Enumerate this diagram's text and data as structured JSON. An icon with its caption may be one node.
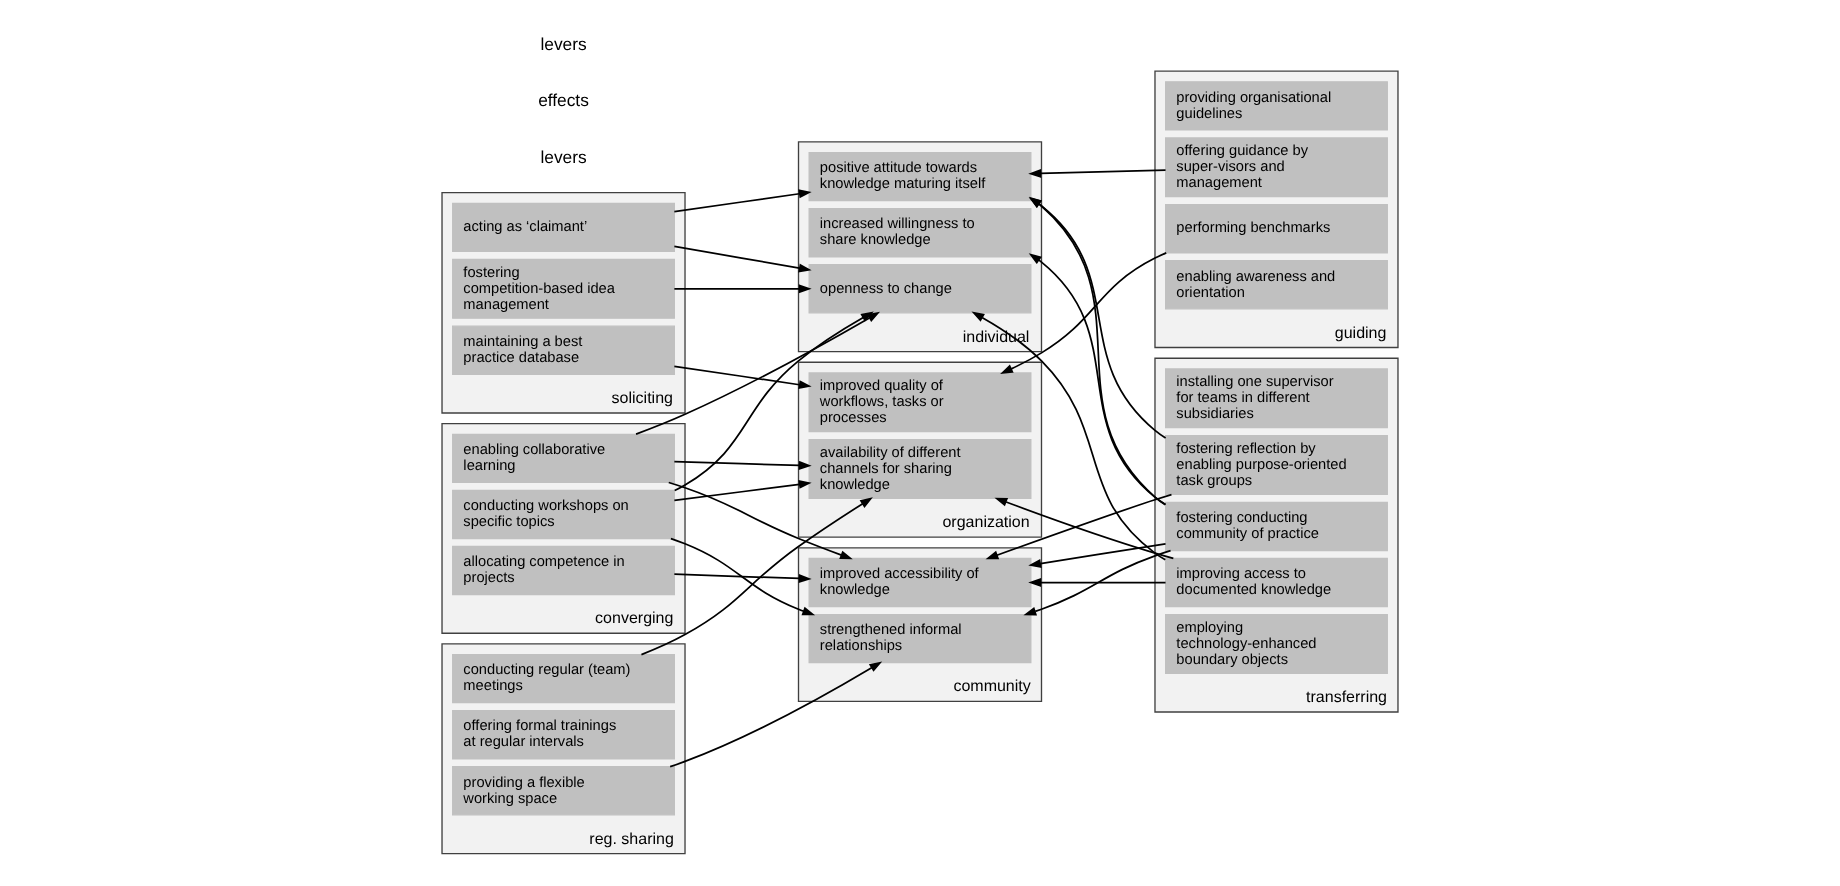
{
  "diagram": {
    "nodes": [
      {
        "text": [
          "soliciting"
        ]
      },
      {
        "text": [
          "acting as ‘claimant’"
        ],
        "in": 0
      },
      {
        "text": [
          "fostering competition-based idea management"
        ],
        "in": 0
      },
      {
        "text": [
          "maintaining a best practice database"
        ],
        "in": 0
      },
      {
        "text": [
          "converging"
        ]
      },
      {
        "text": [
          "allocating competence in projects"
        ],
        "in": 4
      },
      {
        "text": [
          "conducting workshops on specific topics"
        ],
        "in": 4
      },
      {
        "text": [
          "enabling collaborative learning"
        ],
        "in": 4
      },
      {
        "text": [
          "reg. sharing"
        ]
      },
      {
        "text": [
          "providing a flexible working space"
        ],
        "in": 8
      },
      {
        "text": [
          "offering formal trainings at regular intervals"
        ],
        "in": 8
      },
      {
        "text": [
          "conducting regular (team) meetings"
        ],
        "in": 8
      },
      {
        "text": [
          "individual"
        ]
      },
      {
        "text": [
          "increased willingness to share knowledge"
        ],
        "in": 12
      },
      {
        "text": [
          "openness to change"
        ],
        "in": 12
      },
      {
        "text": [
          "positive attitude towards knowledge maturing itself"
        ],
        "in": 12
      },
      {
        "text": [
          "community"
        ]
      },
      {
        "text": [
          "improved accessibility of knowledge"
        ],
        "in": 16
      },
      {
        "text": [
          "strengthened informal relationships"
        ],
        "in": 16
      },
      {
        "text": [
          "organization"
        ]
      },
      {
        "text": [
          "availability of different channels for sharing knowledge"
        ],
        "in": 19
      },
      {
        "text": [
          "improved quality of workflows, tasks or processes"
        ],
        "in": 19
      },
      {
        "text": [
          "transferring"
        ]
      },
      {
        "text": [
          "employing technology-enhanced boundary objects"
        ],
        "in": 22
      },
      {
        "text": [
          "fostering conducting community of practice"
        ],
        "in": 22
      },
      {
        "text": [
          "fostering reflection by enabling purpose-oriented task groups"
        ],
        "in": 22
      },
      {
        "text": [
          "improving access to documented knowledge"
        ],
        "in": 22
      },
      {
        "text": [
          "installing one supervisor for teams in different subsidiaries"
        ],
        "in": 22
      },
      {
        "text": [
          "guiding"
        ]
      },
      {
        "text": [
          "enabling awareness and orientation"
        ],
        "in": 28
      },
      {
        "text": [
          "offering guidance by super-visors and management"
        ],
        "in": 28
      },
      {
        "text": [
          "performing benchmarks"
        ],
        "in": 28
      },
      {
        "text": [
          "providing organisational guidelines"
        ],
        "in": 28
      }
    ],
    "edges": [
      {
        "from": 1,
        "to": 14,
        "arrow": "to"
      },
      {
        "from": 1,
        "to": 15,
        "arrow": "to"
      },
      {
        "from": 2,
        "to": 14,
        "arrow": "to"
      },
      {
        "from": 3,
        "to": 21,
        "arrow": "to"
      },
      {
        "from": 5,
        "to": 17,
        "arrow": "to"
      },
      {
        "from": 6,
        "to": 14,
        "arrow": "to"
      },
      {
        "from": 6,
        "to": 18,
        "arrow": "to"
      },
      {
        "from": 6,
        "to": 20,
        "arrow": "to"
      },
      {
        "from": 7,
        "to": 14,
        "arrow": "to"
      },
      {
        "from": 7,
        "to": 17,
        "arrow": "to"
      },
      {
        "from": 7,
        "to": 20,
        "arrow": "to"
      },
      {
        "from": 9,
        "to": 18,
        "arrow": "to"
      },
      {
        "from": 11,
        "to": 20,
        "arrow": "to"
      },
      {
        "from": 24,
        "to": 13,
        "arrow": "to"
      },
      {
        "from": 24,
        "to": 15,
        "arrow": "to"
      },
      {
        "from": 24,
        "to": 17,
        "arrow": "to"
      },
      {
        "from": 24,
        "to": 18,
        "arrow": "to"
      },
      {
        "from": 25,
        "to": 15,
        "arrow": "to"
      },
      {
        "from": 25,
        "to": 17,
        "arrow": "to"
      },
      {
        "from": 26,
        "to": 14,
        "arrow": "to"
      },
      {
        "from": 26,
        "to": 17,
        "arrow": "to"
      },
      {
        "from": 26,
        "to": 20,
        "arrow": "to"
      },
      {
        "from": 30,
        "to": 15,
        "arrow": "to"
      },
      {
        "from": 31,
        "to": 21,
        "arrow": "to"
      }
    ],
    "labels": [
      "levers",
      "effects",
      "levers"
    ]
  }
}
